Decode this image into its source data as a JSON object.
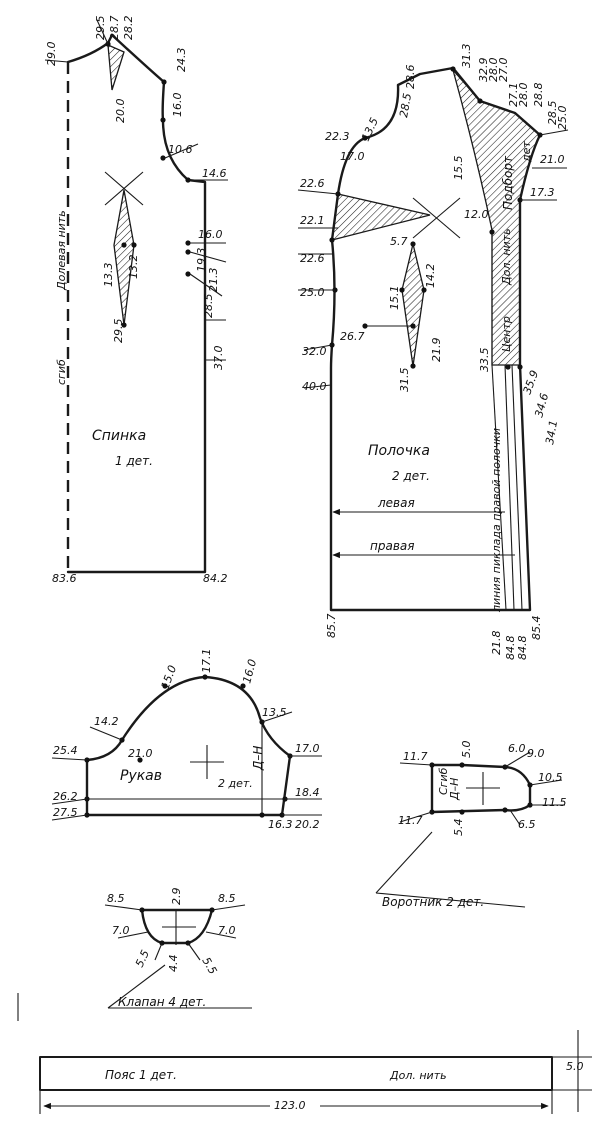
{
  "back": {
    "title": "Спинка",
    "qty": "1 дет.",
    "grain": "Долевая нить",
    "fold": "сгиб",
    "m": [
      "29.0",
      "29.5",
      "28.7",
      "28.2",
      "24.3",
      "20.0",
      "16.0",
      "10.6",
      "14.6",
      "16.0",
      "19.3",
      "21.3",
      "28.5",
      "37.0",
      "13.3",
      "13.2",
      "29.5",
      "83.6",
      "84.2"
    ]
  },
  "front": {
    "title": "Полочка",
    "qty": "2 дет.",
    "facing": "Подборт",
    "center": "Центр",
    "grain": "Дол. нить",
    "overlap": "линия пиклада правой полочки",
    "left": "левая",
    "right": "правая",
    "m": [
      "28.6",
      "28.5",
      "31.3",
      "32.9",
      "28.0",
      "27.0",
      "27.1",
      "28.0",
      "28.8",
      "28.5",
      "25.0",
      "21.0",
      "17.3",
      "12.0",
      "13.5",
      "15.5",
      "22.3",
      "17.0",
      "22.6",
      "22.1",
      "22.6",
      "25.0",
      "32.0",
      "40.0",
      "26.7",
      "21.9",
      "5.7",
      "14.2",
      "15.1",
      "31.5",
      "33.5",
      "35.9",
      "34.6",
      "34.1",
      "85.7",
      "21.8",
      "84.8",
      "84.8",
      "85.4",
      "дет"
    ]
  },
  "sleeve": {
    "title": "Рукав",
    "qty": "2 дет.",
    "dn": "Д–Н",
    "m": [
      "17.1",
      "15.0",
      "16.0",
      "14.2",
      "13.5",
      "21.0",
      "25.4",
      "17.0",
      "26.2",
      "27.5",
      "18.4",
      "20.2",
      "16.3"
    ]
  },
  "collar": {
    "title": "Воротник 2 дет.",
    "fold": "Сгиб",
    "dn": "Д–Н",
    "m": [
      "11.7",
      "5.0",
      "6.0",
      "9.0",
      "10.5",
      "11.5",
      "6.5",
      "5.4",
      "11.7"
    ]
  },
  "flap": {
    "title": "Клапан 4 дет.",
    "m": [
      "8.5",
      "2.9",
      "8.5",
      "7.0",
      "7.0",
      "5.5",
      "4.4",
      "5.5"
    ]
  },
  "belt": {
    "title": "Пояс 1 дет.",
    "grain": "Дол. нить",
    "width": "5.0",
    "length": "123.0"
  }
}
